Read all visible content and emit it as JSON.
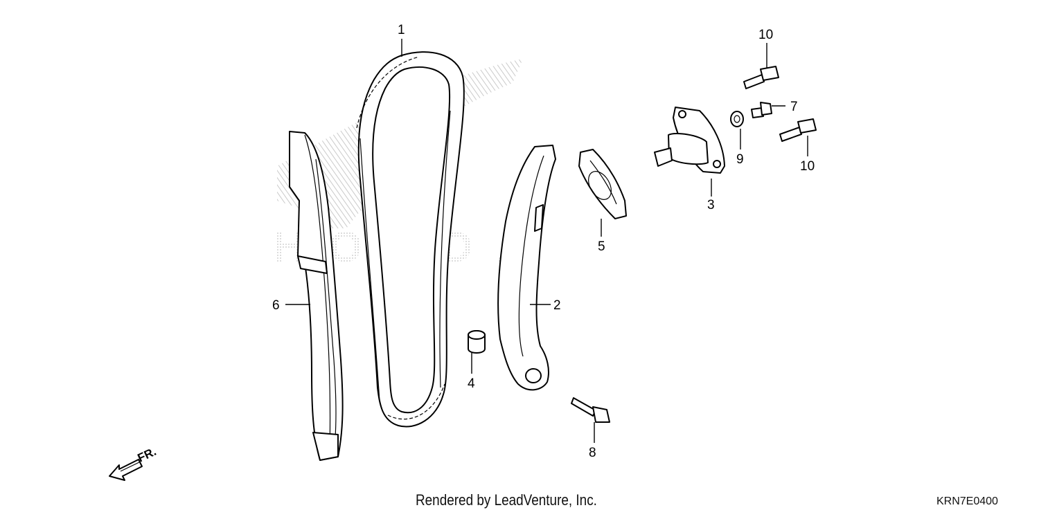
{
  "diagram": {
    "callouts": [
      {
        "id": "1",
        "label": "1"
      },
      {
        "id": "2",
        "label": "2"
      },
      {
        "id": "3",
        "label": "3"
      },
      {
        "id": "4",
        "label": "4"
      },
      {
        "id": "5",
        "label": "5"
      },
      {
        "id": "6",
        "label": "6"
      },
      {
        "id": "7",
        "label": "7"
      },
      {
        "id": "8",
        "label": "8"
      },
      {
        "id": "9",
        "label": "9"
      },
      {
        "id": "10a",
        "label": "10"
      },
      {
        "id": "10b",
        "label": "10"
      }
    ],
    "front_indicator": "FR.",
    "watermark": "HONDA"
  },
  "footer": {
    "render_credit": "Rendered by LeadVenture, Inc.",
    "diagram_code": "KRN7E0400"
  },
  "colors": {
    "line": "#000000",
    "watermark": "#c8c8c8",
    "background": "#ffffff"
  }
}
